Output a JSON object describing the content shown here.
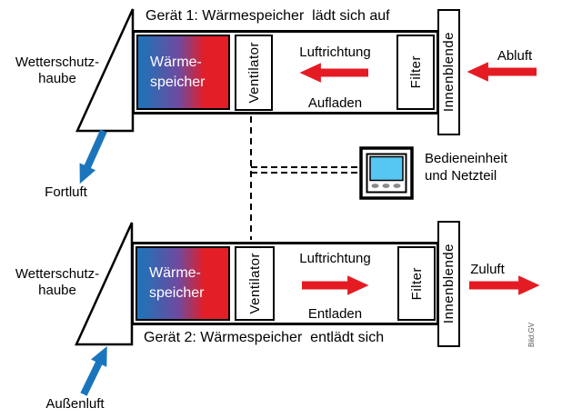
{
  "colors": {
    "arrow_red": "#e51b24",
    "arrow_blue": "#1b75bc",
    "screen_blue": "#56c7f2",
    "gradient_blue": "#2470b6",
    "gradient_purple": "#6f4aa0",
    "gradient_red": "#e31e26",
    "line_black": "#000000"
  },
  "device1": {
    "title": "Gerät 1: Wärmespeicher  lädt sich auf",
    "hood": "Wetterschutz-\nhaube",
    "heat_store": "Wärme-\nspeicher",
    "fan": "Ventilator",
    "filter": "Filter",
    "panel": "Innenblende",
    "air_direction": "Luftrichtung",
    "mode": "Aufladen",
    "inlet": "Abluft",
    "outlet": "Fortluft"
  },
  "device2": {
    "title": "Gerät 2: Wärmespeicher  entlädt sich",
    "hood": "Wetterschutz-\nhaube",
    "heat_store": "Wärme-\nspeicher",
    "fan": "Ventilator",
    "filter": "Filter",
    "panel": "Innenblende",
    "air_direction": "Luftrichtung",
    "mode": "Entladen",
    "inlet": "Außenluft",
    "outlet": "Zuluft"
  },
  "control_unit": {
    "label": "Bedieneinheit\nund Netzteil"
  },
  "credit": "Bild:GV"
}
